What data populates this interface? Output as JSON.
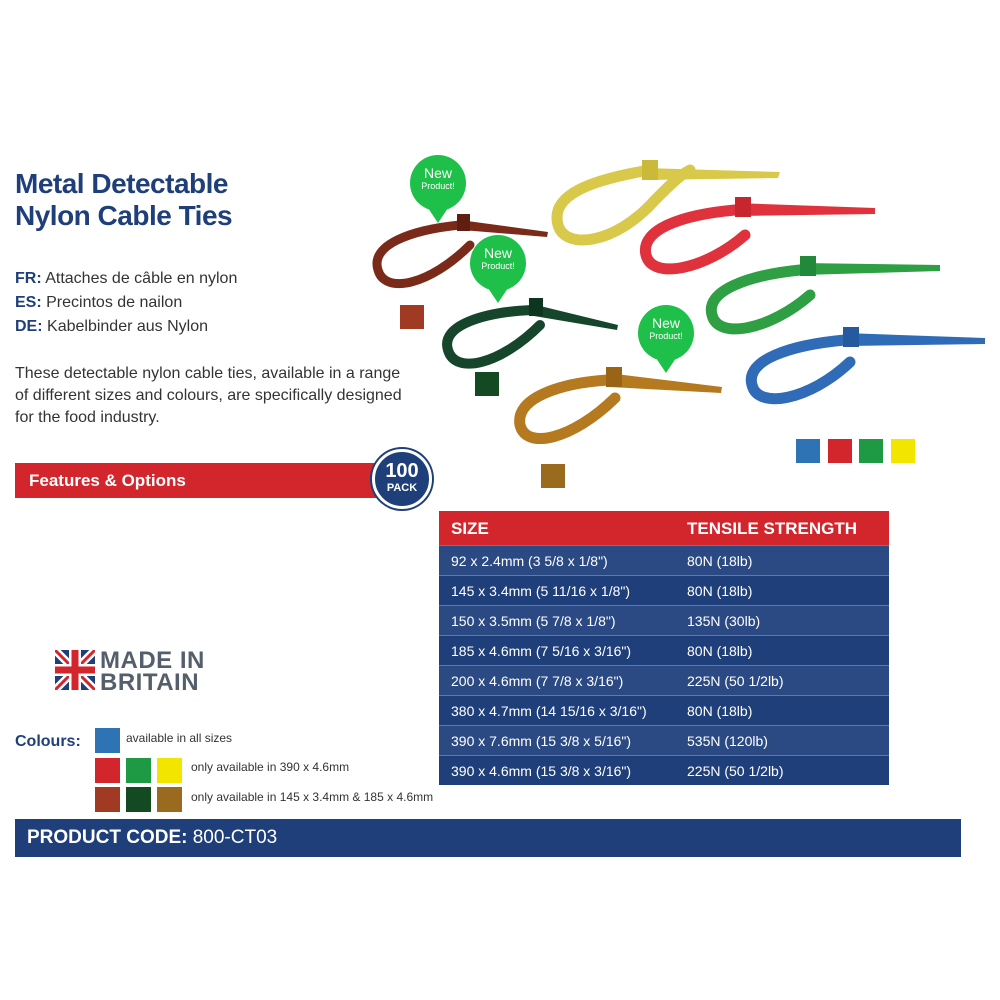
{
  "title": {
    "line1": "Metal Detectable",
    "line2": "Nylon Cable Ties"
  },
  "translations": [
    {
      "code": "FR:",
      "text": "Attaches de câble en nylon"
    },
    {
      "code": "ES:",
      "text": "Precintos de nailon"
    },
    {
      "code": "DE:",
      "text": "Kabelbinder aus Nylon"
    }
  ],
  "description": "These detectable nylon cable ties, available in a range of different sizes and colours, are specifically designed for the food industry.",
  "features": {
    "label": "Features & Options"
  },
  "pack_badge": {
    "number": "100",
    "word": "PACK"
  },
  "new_badge": {
    "line1": "New",
    "line2": "Product!"
  },
  "table": {
    "headers": [
      "SIZE",
      "TENSILE STRENGTH"
    ],
    "rows": [
      [
        "92 x 2.4mm (3 5/8 x 1/8\")",
        "80N (18lb)"
      ],
      [
        "145 x 3.4mm (5 11/16 x 1/8\")",
        "80N (18lb)"
      ],
      [
        "150 x 3.5mm (5 7/8 x 1/8\")",
        "135N (30lb)"
      ],
      [
        "185 x 4.6mm (7 5/16 x 3/16\")",
        "80N (18lb)"
      ],
      [
        "200 x 4.6mm (7 7/8 x 3/16\")",
        "225N (50 1/2lb)"
      ],
      [
        "380 x 4.7mm (14 15/16 x 3/16\")",
        "80N (18lb)"
      ],
      [
        "390 x 7.6mm (15 3/8 x 5/16\")",
        "535N (120lb)"
      ],
      [
        "390 x 4.6mm (15 3/8 x 3/16\")",
        "225N (50 1/2lb)"
      ]
    ]
  },
  "made_in_britain": {
    "line1": "MADE IN",
    "line2": "BRITAIN"
  },
  "colours": {
    "label": "Colours:",
    "rows": [
      {
        "swatches": [
          "#2e74b5"
        ],
        "text": "available in all sizes"
      },
      {
        "swatches": [
          "#d2262c",
          "#1e9a44",
          "#f2e600"
        ],
        "text": "only available in 390 x 4.6mm"
      },
      {
        "swatches": [
          "#a13a22",
          "#144a22",
          "#9a6a1e"
        ],
        "text": "only available in 145 x 3.4mm & 185 x 4.6mm"
      }
    ]
  },
  "product_code": {
    "label": "PRODUCT CODE:",
    "value": "800-CT03"
  },
  "tie_colors": {
    "brown": "#7a2a18",
    "yellow": "#d9c94a",
    "red": "#e0323d",
    "darkgreen": "#15452a",
    "green": "#2ea043",
    "ochre": "#b57a1f",
    "blue": "#2f6bb7"
  },
  "brand_colors": {
    "navy": "#1f3f7a",
    "red": "#d2262c",
    "badge_green": "#1ec04a"
  }
}
